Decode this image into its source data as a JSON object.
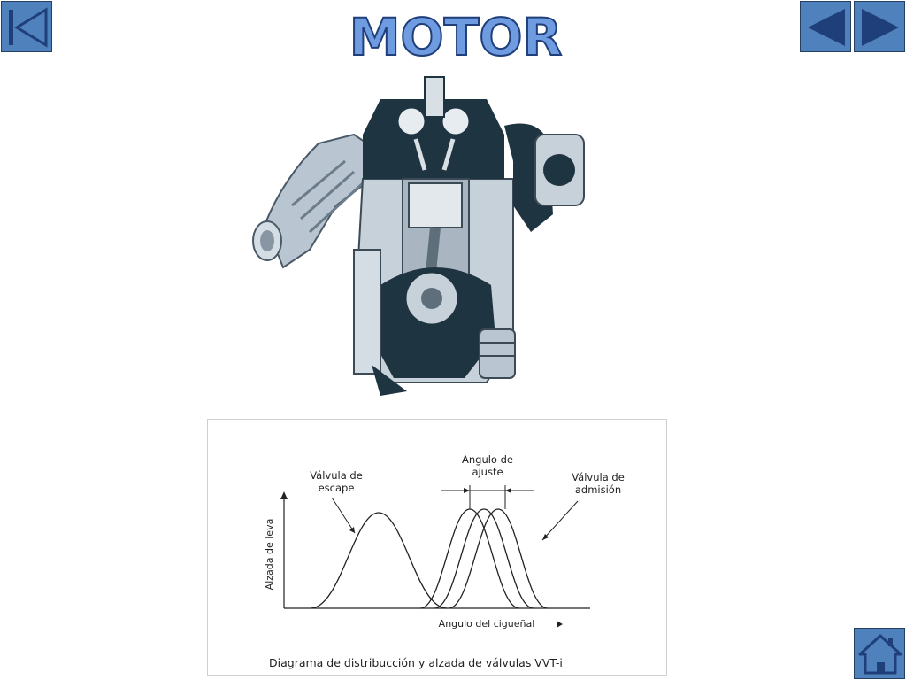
{
  "header": {
    "title": "MOTOR"
  },
  "nav": {
    "first_icon": "first-slide-icon",
    "prev_icon": "previous-slide-icon",
    "next_icon": "next-slide-icon",
    "home_icon": "home-icon",
    "button_color": "#4f81bd",
    "icon_color": "#1f3f7a"
  },
  "illustration": {
    "icon": "engine-cutaway-illustration"
  },
  "diagram": {
    "caption": "Diagrama de distribucción y alzada de válvulas VVT-i",
    "ylabel": "Alzada de leva",
    "xlabel": "Angulo del cigueñal",
    "label_escape_line1": "Válvula de",
    "label_escape_line2": "escape",
    "label_adjust_line1": "Angulo de",
    "label_adjust_line2": "ajuste",
    "label_intake_line1": "Válvula de",
    "label_intake_line2": "admisión"
  }
}
